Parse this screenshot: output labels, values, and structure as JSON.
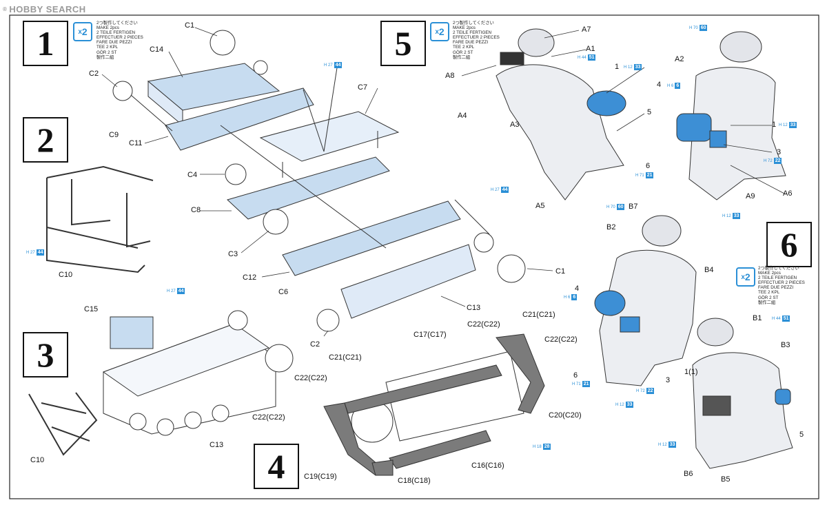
{
  "watermark": {
    "brand": "HOBBY SEARCH",
    "symbol": "®"
  },
  "steps": {
    "s1": "1",
    "s2": "2",
    "s3": "3",
    "s4": "4",
    "s5": "5",
    "s6": "6"
  },
  "multiplier": {
    "x": "x",
    "n": "2"
  },
  "make_text": "2つ製作してください\nMAKE 2pcs\n2 TEILE FERTIGEN\nEFFECTUER 2 PIECES\nFARE DUE PEZZI\nTEE 2 KPL\nGÖR 2 ST\n製作二組",
  "paint": {
    "h27_44": {
      "h": "H 27",
      "n": "44"
    },
    "h44_51": {
      "h": "H 44",
      "n": "51"
    },
    "h12_33": {
      "h": "H 12",
      "n": "33"
    },
    "h6_6": {
      "h": "H 6",
      "n": "6"
    },
    "h72_22": {
      "h": "H 72",
      "n": "22"
    },
    "h71_21": {
      "h": "H 71",
      "n": "21"
    },
    "h70_60": {
      "h": "H 70",
      "n": "60"
    },
    "h18_28": {
      "h": "H 18",
      "n": "28"
    }
  },
  "labels": {
    "C1": "C1",
    "C2": "C2",
    "C3": "C3",
    "C4": "C4",
    "C6": "C6",
    "C7": "C7",
    "C8": "C8",
    "C9": "C9",
    "C10": "C10",
    "C11": "C11",
    "C12": "C12",
    "C13": "C13",
    "C14": "C14",
    "C15": "C15",
    "C16C16": "C16(C16)",
    "C17C17": "C17(C17)",
    "C18C18": "C18(C18)",
    "C19C19": "C19(C19)",
    "C20C20": "C20(C20)",
    "C21C21": "C21(C21)",
    "C22C22": "C22(C22)",
    "A1": "A1",
    "A2": "A2",
    "A3": "A3",
    "A4": "A4",
    "A5": "A5",
    "A6": "A6",
    "A7": "A7",
    "A8": "A8",
    "A9": "A9",
    "B1": "B1",
    "B2": "B2",
    "B3": "B3",
    "B4": "B4",
    "B5": "B5",
    "B6": "B6",
    "B7": "B7",
    "n1": "1",
    "n3": "3",
    "n4": "4",
    "n5": "5",
    "n6": "6",
    "n1p1": "1(1)"
  }
}
